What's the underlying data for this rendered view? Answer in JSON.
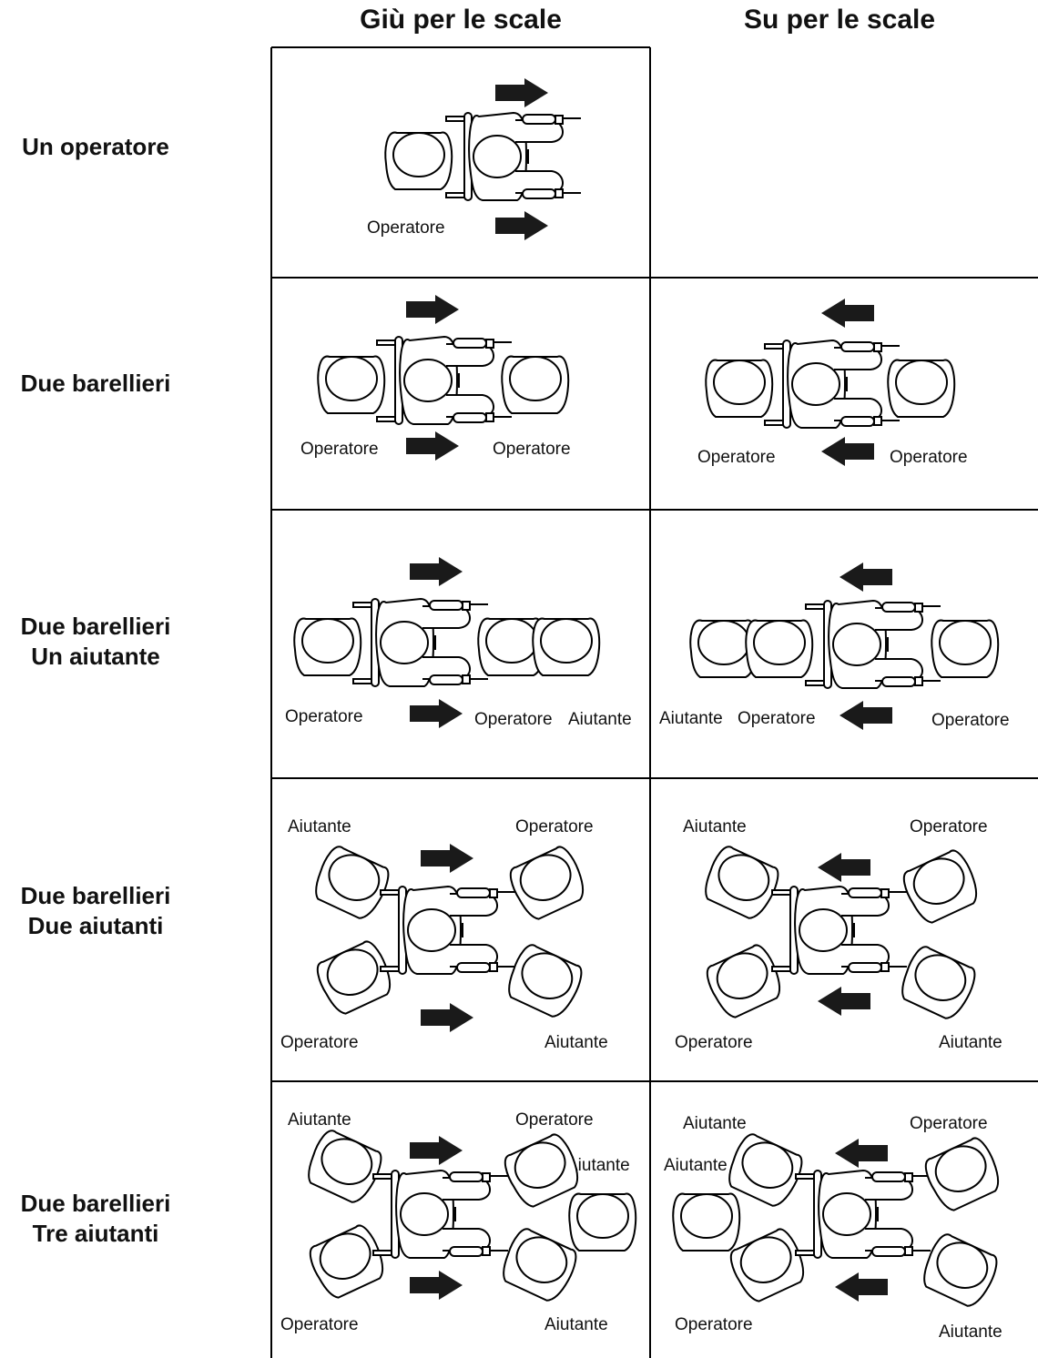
{
  "columns": {
    "down": "Giù per le scale",
    "up": "Su per le scale"
  },
  "rows": [
    {
      "title": [
        "Un operatore"
      ]
    },
    {
      "title": [
        "Due barellieri"
      ]
    },
    {
      "title": [
        "Due barellieri",
        "Un aiutante"
      ]
    },
    {
      "title": [
        "Due barellieri",
        "Due aiutanti"
      ]
    },
    {
      "title": [
        "Due barellieri",
        "Tre aiutanti"
      ]
    }
  ],
  "labels": {
    "operator": "Operatore",
    "helper": "Aiutante"
  },
  "arrow_color": "#1a1a1a",
  "line_color": "#000000"
}
